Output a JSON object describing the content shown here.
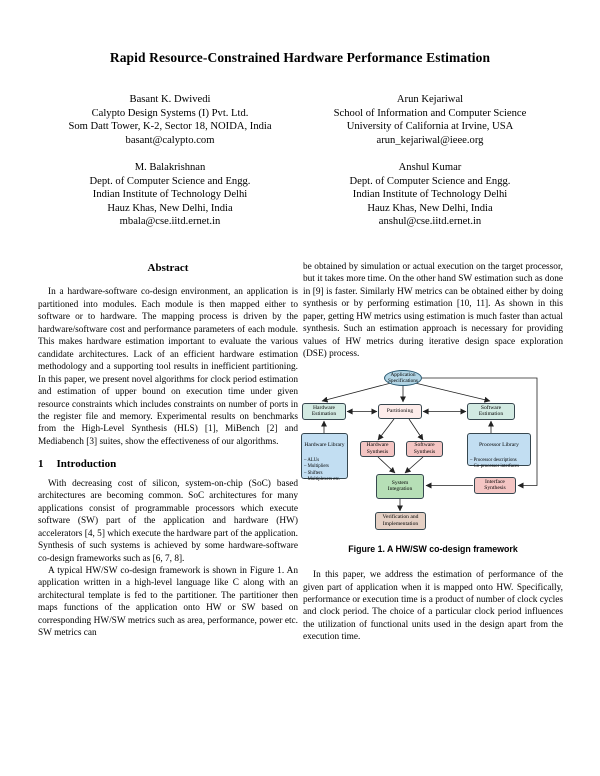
{
  "paper": {
    "title": "Rapid Resource-Constrained Hardware Performance Estimation",
    "authors": [
      {
        "name": "Basant K. Dwivedi",
        "affiliation": [
          "Calypto Design Systems (I) Pvt. Ltd.",
          "Som Datt Tower, K-2, Sector 18, NOIDA, India"
        ],
        "email": "basant@calypto.com"
      },
      {
        "name": "Arun Kejariwal",
        "affiliation": [
          "School of Information and Computer Science",
          "University of California at Irvine, USA"
        ],
        "email": "arun_kejariwal@ieee.org"
      },
      {
        "name": "M. Balakrishnan",
        "affiliation": [
          "Dept. of Computer Science and Engg.",
          "Indian Institute of Technology Delhi",
          "Hauz Khas, New Delhi, India"
        ],
        "email": "mbala@cse.iitd.ernet.in"
      },
      {
        "name": "Anshul Kumar",
        "affiliation": [
          "Dept. of Computer Science and Engg.",
          "Indian Institute of Technology Delhi",
          "Hauz Khas, New Delhi, India"
        ],
        "email": "anshul@cse.iitd.ernet.in"
      }
    ],
    "abstract": {
      "heading": "Abstract",
      "text": "In a hardware-software co-design environment, an application is partitioned into modules. Each module is then mapped either to software or to hardware. The mapping process is driven by the hardware/software cost and performance parameters of each module. This makes hardware estimation important to evaluate the various candidate architectures. Lack of an efficient hardware estimation methodology and a supporting tool results in inefficient partitioning. In this paper, we present novel algorithms for clock period estimation and estimation of upper bound on execution time under given resource constraints which includes constraints on number of ports in the register file and memory. Experimental results on benchmarks from the High-Level Synthesis (HLS) [1], MiBench [2] and Mediabench [3] suites, show the effectiveness of our algorithms."
    },
    "sections": [
      {
        "number": "1",
        "heading": "Introduction",
        "paragraphs": [
          "With decreasing cost of silicon, system-on-chip (SoC) based architectures are becoming common. SoC architectures for many applications consist of programmable processors which execute software (SW) part of the application and hardware (HW) accelerators [4, 5] which execute the hardware part of the application. Synthesis of such systems is achieved by some hardware-software co-design frameworks such as [6, 7, 8].",
          "A typical HW/SW co-design framework is shown in Figure 1. An application written in a high-level language like C along with an architectural template is fed to the partitioner. The partitioner then maps functions of the application onto HW or SW based on corresponding HW/SW metrics such as area, performance, power etc. SW metrics can"
        ]
      }
    ],
    "right_column": {
      "paragraph_top": "be obtained by simulation or actual execution on the target processor, but it takes more time. On the other hand SW estimation such as done in [9] is faster. Similarly HW metrics can be obtained either by doing synthesis or by performing estimation [10, 11]. As shown in this paper, getting HW metrics using estimation is much faster than actual synthesis. Such an estimation approach is necessary for providing values of HW metrics during iterative design space exploration (DSE) process.",
      "paragraph_bottom": "In this paper, we address the estimation of performance of the given part of application when it is mapped onto HW. Specifically, performance or execution time is a product of number of clock cycles and clock period. The choice of a particular clock period influences the utilization of functional units used in the design apart from the execution time."
    },
    "figure": {
      "caption": "Figure 1. A HW/SW co-design framework",
      "nodes": {
        "application_specifications": "Application\nSpecifications",
        "hardware_estimation": "Hardware\nEstimation",
        "partitioning": "Partitioning",
        "software_estimation": "Software\nEstimation",
        "hardware_library_title": "Hardware Library",
        "hardware_library_items": "– ALUs\n– Multipliers\n– Shifters\n– Multiplexers etc.",
        "hardware_synthesis": "Hardware\nSynthesis",
        "software_synthesis": "Software\nSynthesis",
        "processor_library_title": "Processor Library",
        "processor_library_items": "– Processor descriptions\n– Co-processor interfaces",
        "system_integration": "System\nIntegration",
        "interface_synthesis": "Interface\nSynthesis",
        "verification": "Verification and\nImplementation"
      },
      "colors": {
        "ellipse_fill": "#b2d5e5",
        "estimation_fill": "#d2eae2",
        "partitioning_fill": "#fdecea",
        "synthesis_fill": "#f4c5c3",
        "library_fill": "#c2def2",
        "integration_fill": "#b6dfb6",
        "verification_fill": "#e5d0c4",
        "arrow_color": "#222222"
      }
    }
  }
}
